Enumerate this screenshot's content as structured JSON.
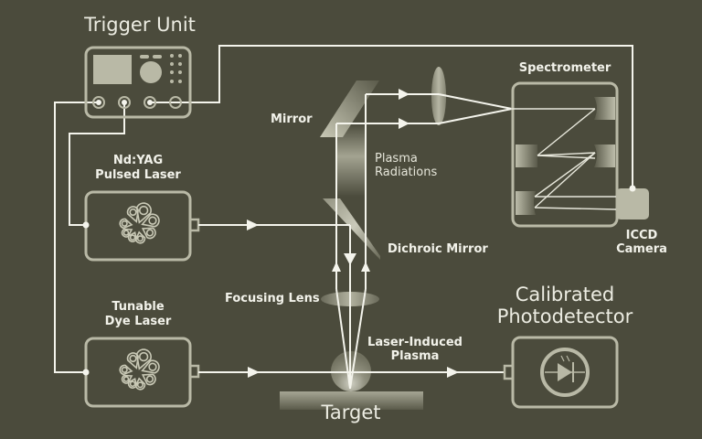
{
  "colors": {
    "background": "#4b4b3c",
    "device_stroke": "#b9b9a6",
    "beam": "#f4f4ec",
    "label": "#f2f2ea"
  },
  "labels": {
    "trigger_unit": "Trigger Unit",
    "nd_yag_line1": "Nd:YAG",
    "nd_yag_line2": "Pulsed Laser",
    "dye_line1": "Tunable",
    "dye_line2": "Dye Laser",
    "mirror": "Mirror",
    "plasma_rad_line1": "Plasma",
    "plasma_rad_line2": "Radiations",
    "dichroic_mirror": "Dichroic Mirror",
    "focusing_lens": "Focusing Lens",
    "lip_line1": "Laser-Induced",
    "lip_line2": "Plasma",
    "target": "Target",
    "spectrometer": "Spectrometer",
    "iccd_line1": "ICCD",
    "iccd_line2": "Camera",
    "photodetector_line1": "Calibrated",
    "photodetector_line2": "Photodetector"
  },
  "icons": {
    "trigger_unit": "trigger-unit-device-icon",
    "laser": "laser-cavity-icon",
    "photodiode": "photodiode-icon"
  }
}
